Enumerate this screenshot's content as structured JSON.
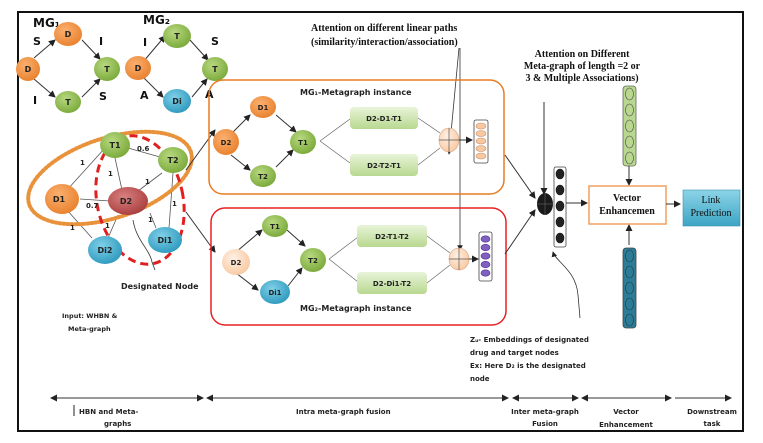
{
  "metagraphs": {
    "mg1": {
      "title": "MG₁",
      "nodes": [
        "D",
        "D",
        "T",
        "T"
      ],
      "edge_labels": [
        "S",
        "I",
        "I",
        "S"
      ]
    },
    "mg2": {
      "title": "MG₂",
      "nodes": [
        "D",
        "T",
        "Di",
        "T"
      ],
      "edge_labels": [
        "I",
        "S",
        "A",
        "A"
      ]
    }
  },
  "hbn": {
    "nodes": [
      "D1",
      "T1",
      "T2",
      "D2",
      "Di1",
      "Di2"
    ],
    "edge_weights": [
      "1",
      "0.6",
      "1",
      "1",
      "0.7",
      "1",
      "1",
      "1",
      "1"
    ],
    "designated_label": "Designated Node",
    "input_label_1": "Input: WHBN &",
    "input_label_2": "Meta-graph"
  },
  "mg1_instance": {
    "title": "MG₁-Metagraph instance",
    "nodes": [
      "D2",
      "D1",
      "T2",
      "T1"
    ],
    "paths": [
      "D2-D1-T1",
      "D2-T2-T1"
    ]
  },
  "mg2_instance": {
    "title": "MG₂-Metagraph instance",
    "nodes": [
      "D2",
      "T1",
      "Di1",
      "T2"
    ],
    "paths": [
      "D2-T1-T2",
      "D2-Di1-T2"
    ]
  },
  "annotations": {
    "attention_paths_1": "Attention on different linear paths",
    "attention_paths_2": "(similarity/interaction/association)",
    "attention_meta_1": "Attention on Different",
    "attention_meta_2": "Meta-graph of length =2 or",
    "attention_meta_3": "3 & Multiple Associations)",
    "embed_1": "Zᵤ- Embeddings of designated",
    "embed_2": "drug and target nodes",
    "embed_3": "Ex: Here D₂ is the designated",
    "embed_4": "node"
  },
  "blocks": {
    "vector_enh_1": "Vector",
    "vector_enh_2": "Enhancemen",
    "link_pred_1": "Link",
    "link_pred_2": "Prediction"
  },
  "stages": [
    {
      "line1": "HBN and Meta-",
      "line2": "graphs"
    },
    {
      "line1": "Intra meta-graph fusion",
      "line2": ""
    },
    {
      "line1": "Inter meta-graph",
      "line2": "Fusion"
    },
    {
      "line1": "Vector",
      "line2": "Enhancement"
    },
    {
      "line1": "Downstream",
      "line2": "task"
    }
  ],
  "colors": {
    "drug": "#f0903c",
    "target": "#8cbc4c",
    "disease": "#3ca8c8",
    "designated": "#b84848",
    "mg1_frame": "#e87c20",
    "mg2_frame": "#e82020",
    "link_box": "#4cb0cc"
  }
}
